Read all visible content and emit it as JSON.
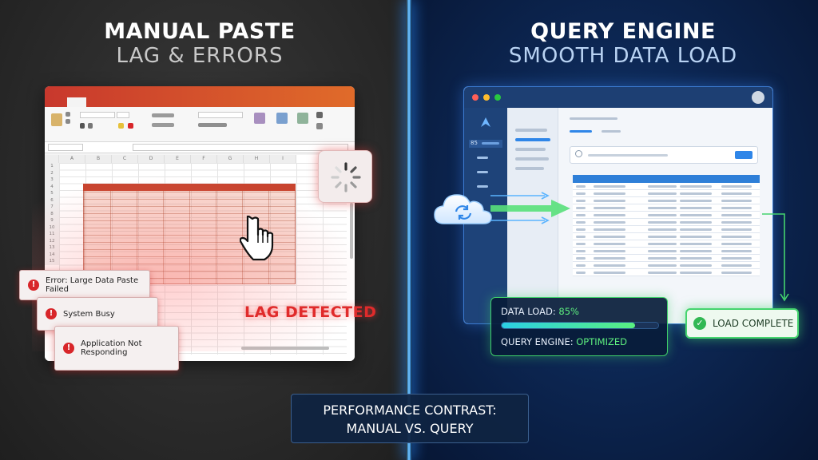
{
  "left": {
    "title": "MANUAL PASTE",
    "subtitle": "LAG & ERRORS",
    "columns": [
      "A",
      "B",
      "C",
      "D",
      "E",
      "F",
      "G",
      "H",
      "I"
    ],
    "rows": [
      "1",
      "2",
      "3",
      "4",
      "5",
      "6",
      "7",
      "8",
      "9",
      "10",
      "11",
      "12",
      "13",
      "14",
      "15"
    ],
    "errors": [
      {
        "text": "Error: Large Data Paste Failed",
        "icon": "alert-icon"
      },
      {
        "text": "System Busy",
        "icon": "alert-icon"
      },
      {
        "text": "Application Not Responding",
        "icon": "alert-icon"
      }
    ],
    "warning": "LAG DETECTED",
    "error_icon_glyph": "!",
    "colors": {
      "error": "#d8262a",
      "accent": "#c8382d"
    }
  },
  "right": {
    "title": "QUERY ENGINE",
    "subtitle": "SMOOTH DATA LOAD",
    "sidebar_label": "85",
    "status": {
      "load_label": "DATA LOAD: ",
      "load_value": "85%",
      "load_progress": 0.85,
      "engine_label": "QUERY ENGINE: ",
      "engine_value": "OPTIMIZED"
    },
    "complete_label": "LOAD COMPLETE",
    "check_glyph": "✓",
    "colors": {
      "accent": "#2f86e8",
      "success": "#45d46e"
    }
  },
  "caption": {
    "line1": "PERFORMANCE CONTRAST:",
    "line2": "MANUAL VS. QUERY"
  }
}
